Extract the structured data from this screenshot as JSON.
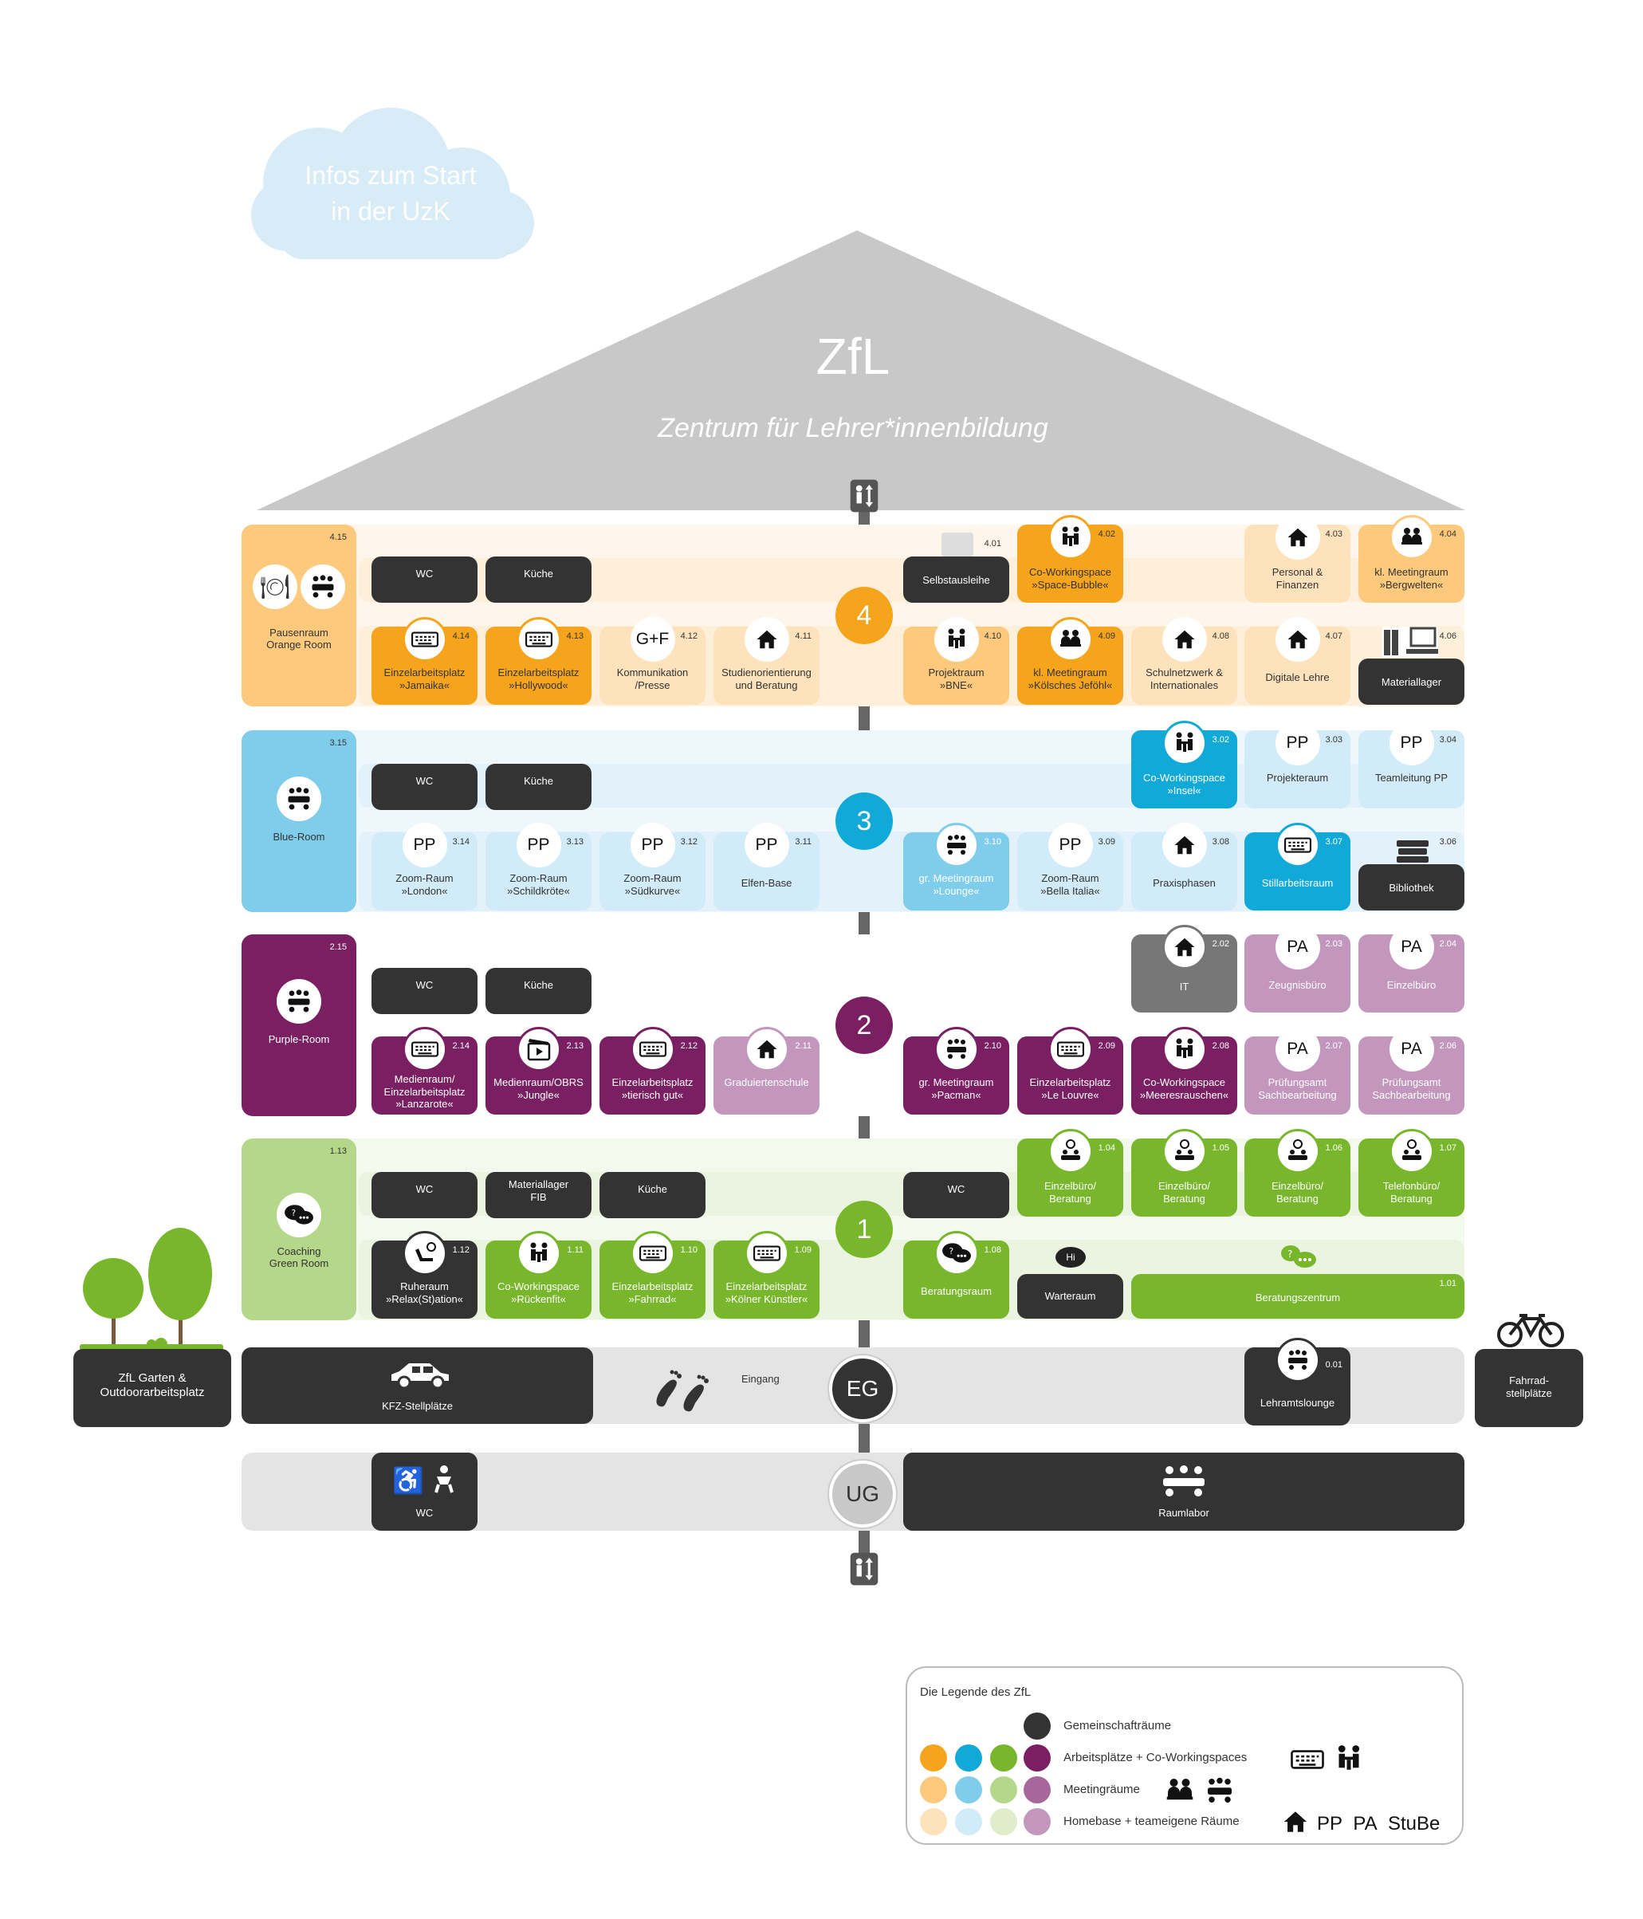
{
  "cloud": {
    "line1": "Infos zum Start",
    "line2": "in der UzK"
  },
  "roof": {
    "title": "ZfL",
    "subtitle": "Zentrum für Lehrer*innenbildung"
  },
  "floors": {
    "f4": "4",
    "f3": "3",
    "f2": "2",
    "f1": "1",
    "eg": "EG",
    "ug": "UG"
  },
  "floor4": {
    "big": {
      "label": "Pausenraum\nOrange Room",
      "num": "4.15"
    },
    "wc": "WC",
    "kueche": "Küche",
    "r401": {
      "label": "Selbstausleihe",
      "num": "4.01"
    },
    "r402": {
      "label": "Co-Workingspace\n»Space-Bubble«",
      "num": "4.02"
    },
    "r403": {
      "label": "Personal &\nFinanzen",
      "num": "4.03"
    },
    "r404": {
      "label": "kl. Meetingraum\n»Bergwelten«",
      "num": "4.04"
    },
    "r414": {
      "label": "Einzelarbeitsplatz\n»Jamaika«",
      "num": "4.14"
    },
    "r413": {
      "label": "Einzelarbeitsplatz\n»Hollywood«",
      "num": "4.13"
    },
    "r412": {
      "label": "Kommunikation\n/Presse",
      "num": "4.12",
      "icon": "G+F"
    },
    "r411": {
      "label": "Studienorientierung\nund Beratung",
      "num": "4.11"
    },
    "r410": {
      "label": "Projektraum\n»BNE«",
      "num": "4.10"
    },
    "r409": {
      "label": "kl. Meetingraum\n»Kölsches Jeföhl«",
      "num": "4.09"
    },
    "r408": {
      "label": "Schulnetzwerk &\nInternationales",
      "num": "4.08"
    },
    "r407": {
      "label": "Digitale Lehre",
      "num": "4.07"
    },
    "r406": {
      "label": "Materiallager",
      "num": "4.06"
    }
  },
  "floor3": {
    "big": {
      "label": "Blue-Room",
      "num": "3.15"
    },
    "wc": "WC",
    "kueche": "Küche",
    "r302": {
      "label": "Co-Workingspace\n»Insel«",
      "num": "3.02"
    },
    "r303": {
      "label": "Projekteraum",
      "num": "3.03",
      "icon": "PP"
    },
    "r304": {
      "label": "Teamleitung PP",
      "num": "3.04",
      "icon": "PP"
    },
    "r314": {
      "label": "Zoom-Raum\n»London«",
      "num": "3.14",
      "icon": "PP"
    },
    "r313": {
      "label": "Zoom-Raum\n»Schildkröte«",
      "num": "3.13",
      "icon": "PP"
    },
    "r312": {
      "label": "Zoom-Raum\n»Südkurve«",
      "num": "3.12",
      "icon": "PP"
    },
    "r311": {
      "label": "Elfen-Base",
      "num": "3.11",
      "icon": "PP"
    },
    "r310": {
      "label": "gr. Meetingraum\n»Lounge«",
      "num": "3.10"
    },
    "r309": {
      "label": "Zoom-Raum\n»Bella Italia«",
      "num": "3.09",
      "icon": "PP"
    },
    "r308": {
      "label": "Praxisphasen",
      "num": "3.08"
    },
    "r307": {
      "label": "Stillarbeitsraum",
      "num": "3.07"
    },
    "r306": {
      "label": "Bibliothek",
      "num": "3.06"
    }
  },
  "floor2": {
    "big": {
      "label": "Purple-Room",
      "num": "2.15"
    },
    "wc": "WC",
    "kueche": "Küche",
    "r202": {
      "label": "IT",
      "num": "2.02"
    },
    "r203": {
      "label": "Zeugnisbüro",
      "num": "2.03",
      "icon": "PA"
    },
    "r204": {
      "label": "Einzelbüro",
      "num": "2.04",
      "icon": "PA"
    },
    "r214": {
      "label": "Medienraum/\nEinzelarbeitsplatz\n»Lanzarote«",
      "num": "2.14"
    },
    "r213": {
      "label": "Medienraum/OBRS\n»Jungle«",
      "num": "2.13"
    },
    "r212": {
      "label": "Einzelarbeitsplatz\n»tierisch gut«",
      "num": "2.12"
    },
    "r211": {
      "label": "Graduiertenschule",
      "num": "2.11"
    },
    "r210": {
      "label": "gr. Meetingraum\n»Pacman«",
      "num": "2.10"
    },
    "r209": {
      "label": "Einzelarbeitsplatz\n»Le Louvre«",
      "num": "2.09"
    },
    "r208": {
      "label": "Co-Workingspace\n»Meeresrauschen«",
      "num": "2.08"
    },
    "r207": {
      "label": "Prüfungsamt\nSachbearbeitung",
      "num": "2.07",
      "icon": "PA"
    },
    "r206": {
      "label": "Prüfungsamt\nSachbearbeitung",
      "num": "2.06",
      "icon": "PA"
    }
  },
  "floor1": {
    "big": {
      "label": "Coaching\nGreen Room",
      "num": "1.13"
    },
    "wc": "WC",
    "materiallager": "Materiallager\nFIB",
    "kueche": "Küche",
    "wc2": "WC",
    "r104": {
      "label": "Einzelbüro/\nBeratung",
      "num": "1.04"
    },
    "r105": {
      "label": "Einzelbüro/\nBeratung",
      "num": "1.05"
    },
    "r106": {
      "label": "Einzelbüro/\nBeratung",
      "num": "1.06"
    },
    "r107": {
      "label": "Telefonbüro/\nBeratung",
      "num": "1.07"
    },
    "r112": {
      "label": "Ruheraum\n»Relax(St)ation«",
      "num": "1.12"
    },
    "r111": {
      "label": "Co-Workingspace\n»Rückenfit«",
      "num": "1.11"
    },
    "r110": {
      "label": "Einzelarbeitsplatz\n»Fahrrad«",
      "num": "1.10"
    },
    "r109": {
      "label": "Einzelarbeitsplatz\n»Kölner Künstler«",
      "num": "1.09"
    },
    "r108": {
      "label": "Beratungsraum",
      "num": "1.08"
    },
    "warteraum": {
      "label": "Warteraum",
      "icon": "Hi"
    },
    "r101": {
      "label": "Beratungszentrum",
      "num": "1.01"
    }
  },
  "eg": {
    "garden": "ZfL Garten &\nOutdoorarbeitsplatz",
    "parking": "KFZ-Stellplätze",
    "entrance": "Eingang",
    "lounge": {
      "label": "Lehramtslounge",
      "num": "0.01"
    },
    "bike": "Fahrrad-\nstellplätze"
  },
  "ug": {
    "wc": "WC",
    "raumlabor": "Raumlabor"
  },
  "legend": {
    "title": "Die Legende des ZfL",
    "rows": [
      {
        "label": "Gemeinschafträume"
      },
      {
        "label": "Arbeitsplätze + Co-Workingspaces"
      },
      {
        "label": "Meetingräume"
      },
      {
        "label": "Homebase + teameigene Räume",
        "tags": [
          "PP",
          "PA",
          "StuBe"
        ]
      }
    ]
  },
  "colors": {
    "orange": [
      "#f5a41b",
      "#fcc97d",
      "#fde2bb"
    ],
    "blue": [
      "#11a9d8",
      "#7fcdeb",
      "#d1ebf8"
    ],
    "green": [
      "#78b72b",
      "#b4d78a",
      "#dfedcb"
    ],
    "purple": [
      "#7b1f63",
      "#a7679c",
      "#c396bd"
    ],
    "dark": "#333333",
    "roof": "#c8c8c8"
  }
}
